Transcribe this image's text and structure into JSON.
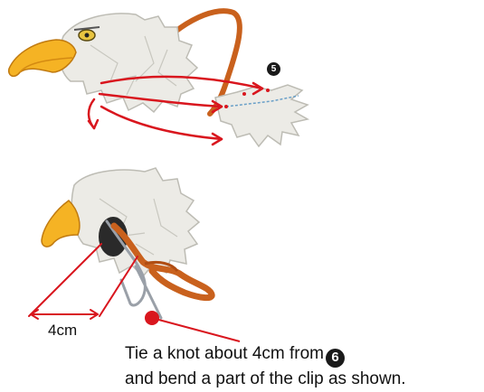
{
  "figure": {
    "step_badge_top": "5",
    "step_badge_caption": "6",
    "dimension_label": "4cm",
    "caption_line1": "Tie a knot about 4cm from",
    "caption_line2": "and bend a part of the clip as shown."
  },
  "colors": {
    "arrow_red": "#d9161e",
    "pipe_cleaner": "#c9611d",
    "beak_yellow": "#f5b324",
    "feather_white": "#ecebe6",
    "feather_shadow": "#bdbcb4"
  }
}
